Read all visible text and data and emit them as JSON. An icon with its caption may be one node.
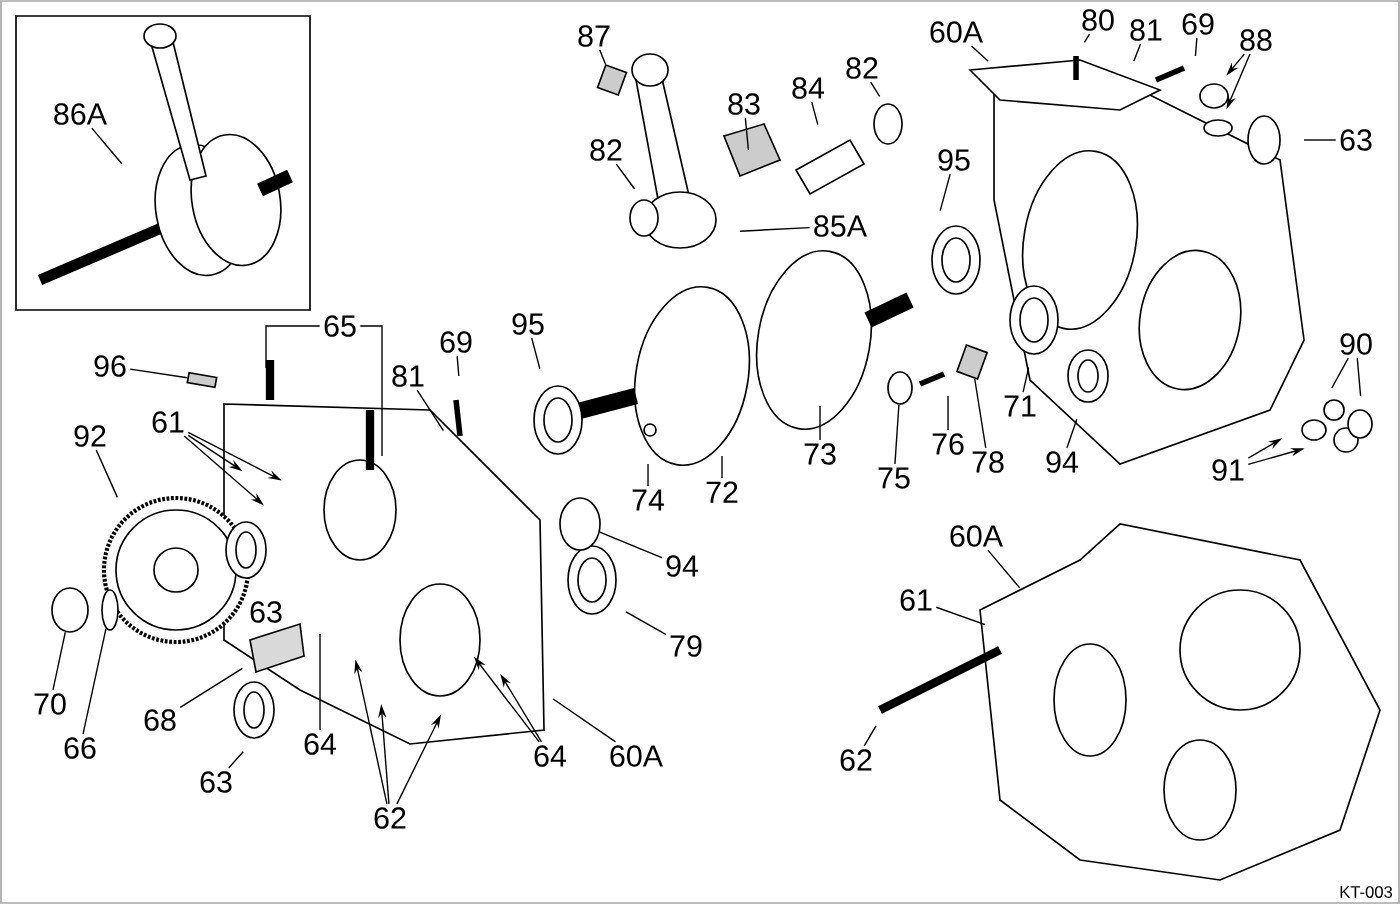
{
  "diagram": {
    "nodes": [
      {
        "text": [
          "86A"
        ]
      },
      {
        "text": [
          "87"
        ]
      },
      {
        "text": [
          "82"
        ]
      },
      {
        "text": [
          "83"
        ]
      },
      {
        "text": [
          "84"
        ]
      },
      {
        "text": [
          "82"
        ]
      },
      {
        "text": [
          "85A"
        ]
      },
      {
        "text": [
          "60A"
        ]
      },
      {
        "text": [
          "80"
        ]
      },
      {
        "text": [
          "81"
        ]
      },
      {
        "text": [
          "69"
        ]
      },
      {
        "text": [
          "88"
        ]
      },
      {
        "text": [
          "63"
        ]
      },
      {
        "text": [
          "95"
        ]
      },
      {
        "text": [
          "65"
        ]
      },
      {
        "text": [
          "96"
        ]
      },
      {
        "text": [
          "69"
        ]
      },
      {
        "text": [
          "81"
        ]
      },
      {
        "text": [
          "95"
        ]
      },
      {
        "text": [
          "61"
        ]
      },
      {
        "text": [
          "92"
        ]
      },
      {
        "text": [
          "74"
        ]
      },
      {
        "text": [
          "72"
        ]
      },
      {
        "text": [
          "73"
        ]
      },
      {
        "text": [
          "75"
        ]
      },
      {
        "text": [
          "76"
        ]
      },
      {
        "text": [
          "78"
        ]
      },
      {
        "text": [
          "71"
        ]
      },
      {
        "text": [
          "94"
        ]
      },
      {
        "text": [
          "90"
        ]
      },
      {
        "text": [
          "91"
        ]
      },
      {
        "text": [
          "94"
        ]
      },
      {
        "text": [
          "79"
        ]
      },
      {
        "text": [
          "60A"
        ]
      },
      {
        "text": [
          "64"
        ]
      },
      {
        "text": [
          "64"
        ]
      },
      {
        "text": [
          "62"
        ]
      },
      {
        "text": [
          "63"
        ]
      },
      {
        "text": [
          "68"
        ]
      },
      {
        "text": [
          "66"
        ]
      },
      {
        "text": [
          "70"
        ]
      },
      {
        "text": [
          "61"
        ]
      },
      {
        "text": [
          "60A"
        ]
      },
      {
        "text": [
          "62"
        ]
      },
      {
        "text": [],
        "shape": "cylinder"
      },
      {
        "text": [],
        "shape": "cylinder"
      },
      {
        "text": [],
        "shape": "circle"
      },
      {
        "text": [],
        "shape": "cylinder"
      },
      {
        "text": [],
        "shape": "circle"
      },
      {
        "text": [],
        "shape": "circle"
      },
      {
        "text": [],
        "shape": "circle"
      }
    ],
    "edges": [
      {
        "from": 0,
        "to": null,
        "arrow": "none"
      },
      {
        "from": 1,
        "to": 45,
        "arrow": "none"
      },
      {
        "from": 2,
        "to": null,
        "arrow": "none"
      },
      {
        "from": 3,
        "to": null,
        "arrow": "none"
      },
      {
        "from": 4,
        "to": null,
        "arrow": "none"
      },
      {
        "from": 5,
        "to": null,
        "arrow": "none"
      },
      {
        "from": 6,
        "to": null,
        "arrow": "none"
      },
      {
        "from": 7,
        "to": null,
        "arrow": "none"
      },
      {
        "from": 8,
        "to": null,
        "arrow": "none"
      },
      {
        "from": 9,
        "to": null,
        "arrow": "none"
      },
      {
        "from": 10,
        "to": null,
        "arrow": "none"
      },
      {
        "from": 11,
        "to": null,
        "arrow": "to"
      },
      {
        "from": 11,
        "to": null,
        "arrow": "to"
      },
      {
        "from": 12,
        "to": null,
        "arrow": "none"
      },
      {
        "from": 13,
        "to": null,
        "arrow": "none"
      },
      {
        "from": 14,
        "to": null,
        "arrow": "none"
      },
      {
        "from": 14,
        "to": null,
        "arrow": "none"
      },
      {
        "from": 15,
        "to": 44,
        "arrow": "none"
      },
      {
        "from": 16,
        "to": null,
        "arrow": "none"
      },
      {
        "from": 17,
        "to": null,
        "arrow": "none"
      },
      {
        "from": 18,
        "to": null,
        "arrow": "none"
      },
      {
        "from": 19,
        "to": null,
        "arrow": "to"
      },
      {
        "from": 19,
        "to": null,
        "arrow": "to"
      },
      {
        "from": 19,
        "to": null,
        "arrow": "to"
      },
      {
        "from": 20,
        "to": null,
        "arrow": "none"
      },
      {
        "from": 21,
        "to": null,
        "arrow": "none"
      },
      {
        "from": 22,
        "to": null,
        "arrow": "none"
      },
      {
        "from": 23,
        "to": null,
        "arrow": "none"
      },
      {
        "from": 24,
        "to": 46,
        "arrow": "none"
      },
      {
        "from": 25,
        "to": null,
        "arrow": "none"
      },
      {
        "from": 26,
        "to": 47,
        "arrow": "none"
      },
      {
        "from": 27,
        "to": null,
        "arrow": "none"
      },
      {
        "from": 28,
        "to": null,
        "arrow": "none"
      },
      {
        "from": 29,
        "to": null,
        "arrow": "none"
      },
      {
        "from": 29,
        "to": null,
        "arrow": "none"
      },
      {
        "from": 30,
        "to": null,
        "arrow": "to"
      },
      {
        "from": 30,
        "to": null,
        "arrow": "to"
      },
      {
        "from": 31,
        "to": 48,
        "arrow": "none"
      },
      {
        "from": 32,
        "to": null,
        "arrow": "none"
      },
      {
        "from": 33,
        "to": null,
        "arrow": "none"
      },
      {
        "from": 34,
        "to": null,
        "arrow": "to"
      },
      {
        "from": 34,
        "to": null,
        "arrow": "to"
      },
      {
        "from": 35,
        "to": null,
        "arrow": "none"
      },
      {
        "from": 36,
        "to": null,
        "arrow": "to"
      },
      {
        "from": 36,
        "to": null,
        "arrow": "to"
      },
      {
        "from": 36,
        "to": null,
        "arrow": "to"
      },
      {
        "from": 37,
        "to": null,
        "arrow": "none"
      },
      {
        "from": 38,
        "to": null,
        "arrow": "none"
      },
      {
        "from": 39,
        "to": 49,
        "arrow": "none"
      },
      {
        "from": 40,
        "to": 50,
        "arrow": "none"
      },
      {
        "from": 41,
        "to": null,
        "arrow": "none"
      },
      {
        "from": 42,
        "to": null,
        "arrow": "none"
      },
      {
        "from": 43,
        "to": null,
        "arrow": "none"
      }
    ],
    "labels": [
      "63",
      "KT-003"
    ]
  }
}
